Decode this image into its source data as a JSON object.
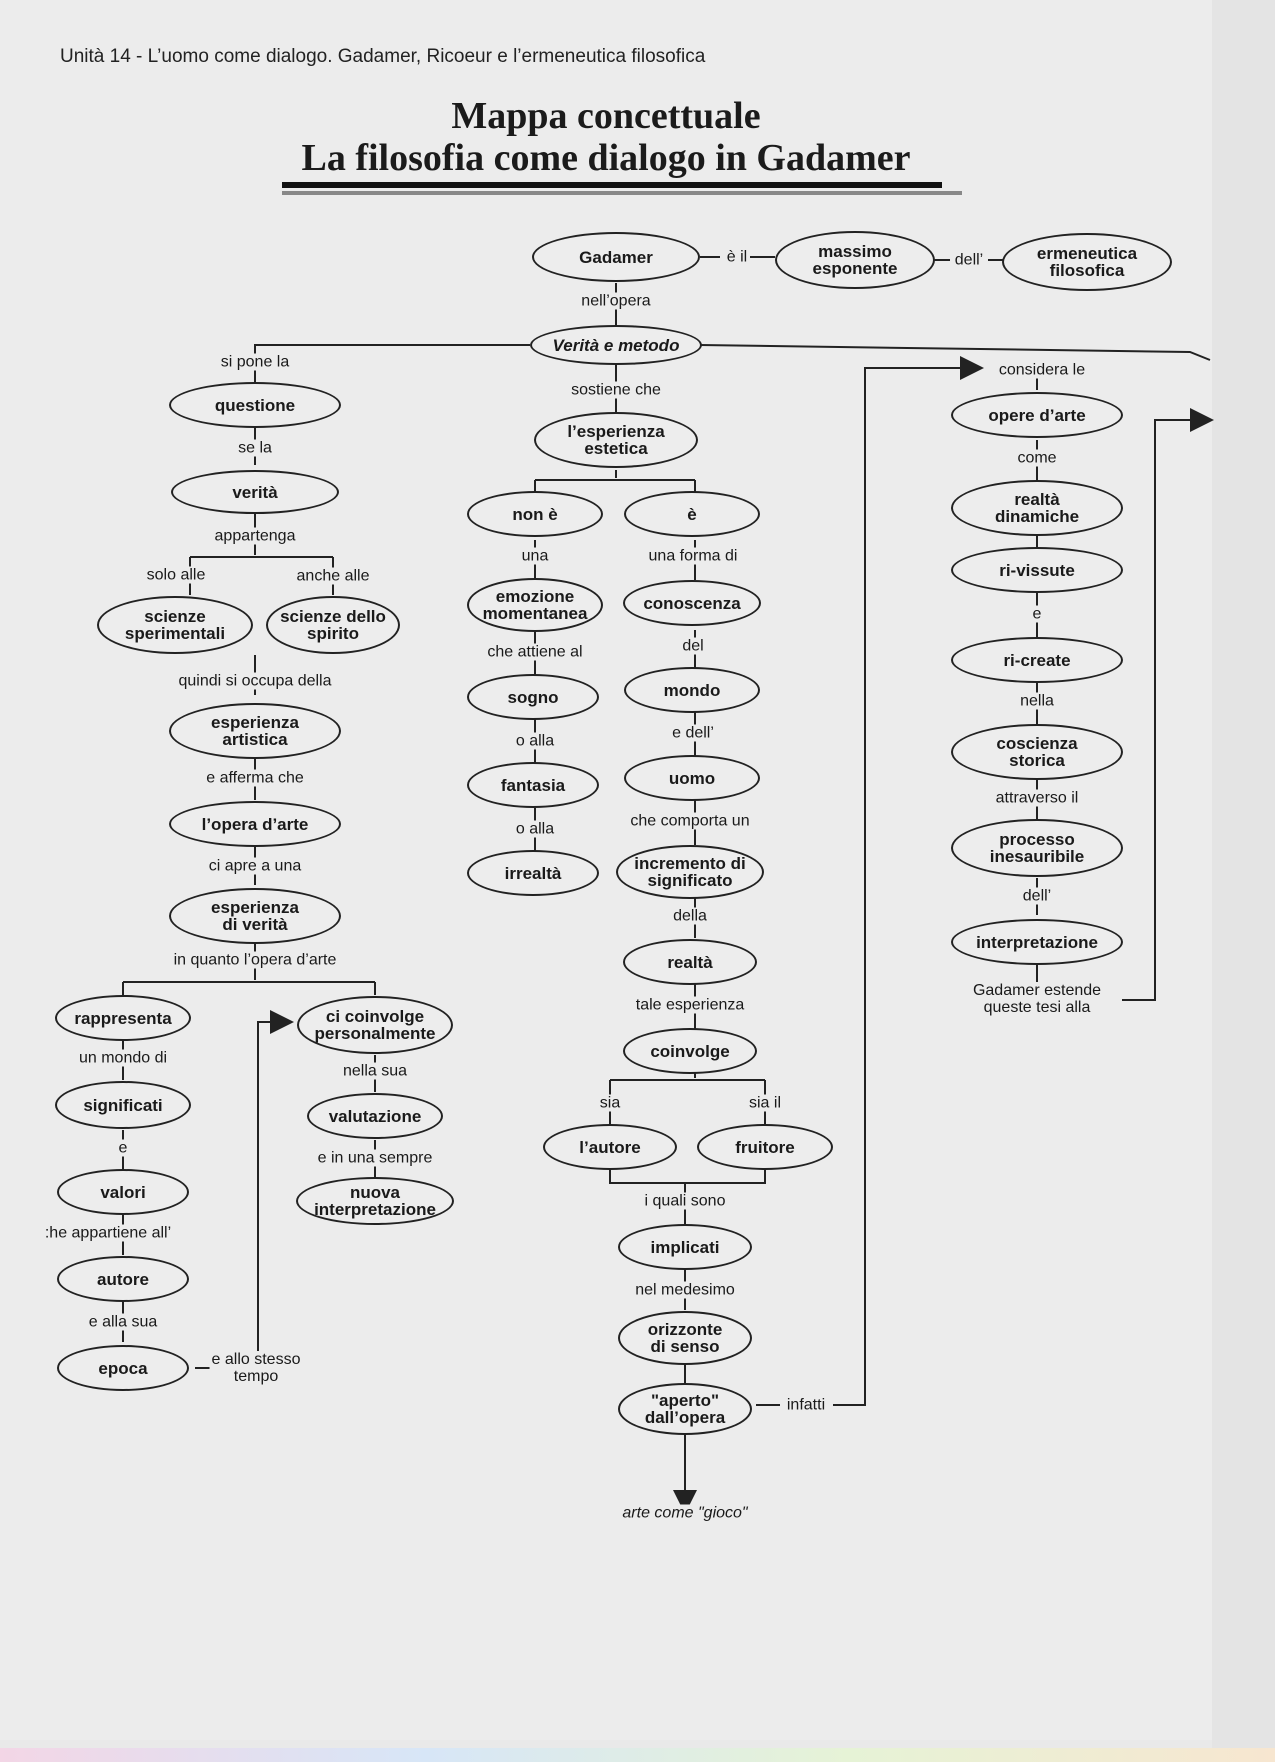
{
  "header": "Unità 14 - L’uomo come dialogo. Gadamer, Ricoeur e l’ermeneutica filosofica",
  "title_line1": "Mappa concettuale",
  "title_line2": "La filosofia come dialogo in Gadamer",
  "nodes": {
    "gadamer": "Gadamer",
    "massimo": "massimo\nesponente",
    "ermeneutica": "ermeneutica\nfilosofica",
    "verita_metodo": "Verità e metodo",
    "questione": "questione",
    "verita": "verità",
    "scienze_sper": "scienze\nsperimentali",
    "scienze_spirito": "scienze dello\nspirito",
    "esp_artistica": "esperienza\nartistica",
    "opera_arte": "l’opera d’arte",
    "esp_verita": "esperienza\ndi verità",
    "rappresenta": "rappresenta",
    "ci_coinvolge": "ci coinvolge\npersonalmente",
    "significati": "significati",
    "valutazione": "valutazione",
    "valori": "valori",
    "nuova_interp": "nuova\ninterpretazione",
    "autore_left": "autore",
    "epoca": "epoca",
    "esp_estetica": "l’esperienza\nestetica",
    "non_e": "non è",
    "e": "è",
    "emozione": "emozione\nmomentanea",
    "conoscenza": "conoscenza",
    "sogno": "sogno",
    "mondo": "mondo",
    "fantasia": "fantasia",
    "uomo": "uomo",
    "irrealta": "irrealtà",
    "incremento": "incremento di\nsignificato",
    "realta": "realtà",
    "coinvolge": "coinvolge",
    "l_autore": "l’autore",
    "fruitore": "fruitore",
    "implicati": "implicati",
    "orizzonte": "orizzonte\ndi senso",
    "aperto": "\"aperto\"\ndall’opera",
    "opere_arte": "opere d’arte",
    "realta_dinamiche": "realtà\ndinamiche",
    "rivissute": "ri-vissute",
    "ricreate": "ri-create",
    "coscienza": "coscienza\nstorica",
    "processo": "processo\ninesauribile",
    "interpretazione": "interpretazione"
  },
  "labels": {
    "e_il": "è il",
    "dell_1": "dell’",
    "nell_opera": "nell’opera",
    "si_pone_la": "si pone la",
    "se_la": "se la",
    "appartenga": "appartenga",
    "solo_alle": "solo alle",
    "anche_alle": "anche alle",
    "quindi": "quindi si occupa della",
    "e_afferma": "e afferma che",
    "ci_apre": "ci apre a una",
    "in_quanto": "in quanto l’opera d’arte",
    "un_mondo_di": "un mondo di",
    "e_small": "e",
    "che_appartiene": ":he appartiene all’",
    "e_alla_sua": "e alla sua",
    "e_allo_stesso": "e allo stesso\ntempo",
    "nella_sua": "nella sua",
    "e_in_una": "e in una sempre",
    "sostiene_che": "sostiene che",
    "una": "una",
    "una_forma_di": "una forma di",
    "che_attiene": "che attiene al",
    "del": "del",
    "o_alla_1": "o alla",
    "e_dell": "e dell’",
    "o_alla_2": "o alla",
    "che_comporta": "che comporta un",
    "della": "della",
    "tale_esp": "tale esperienza",
    "sia": "sia",
    "sia_il": "sia il",
    "i_quali": "i quali sono",
    "nel_medesimo": "nel medesimo",
    "infatti": "infatti",
    "arte_gioco": "arte come \"gioco\"",
    "considera_le": "considera le",
    "come": "come",
    "e_right": "e",
    "nella": "nella",
    "attraverso": "attraverso il",
    "dell_2": "dell’",
    "gadamer_estende": "Gadamer estende\nqueste tesi alla"
  }
}
